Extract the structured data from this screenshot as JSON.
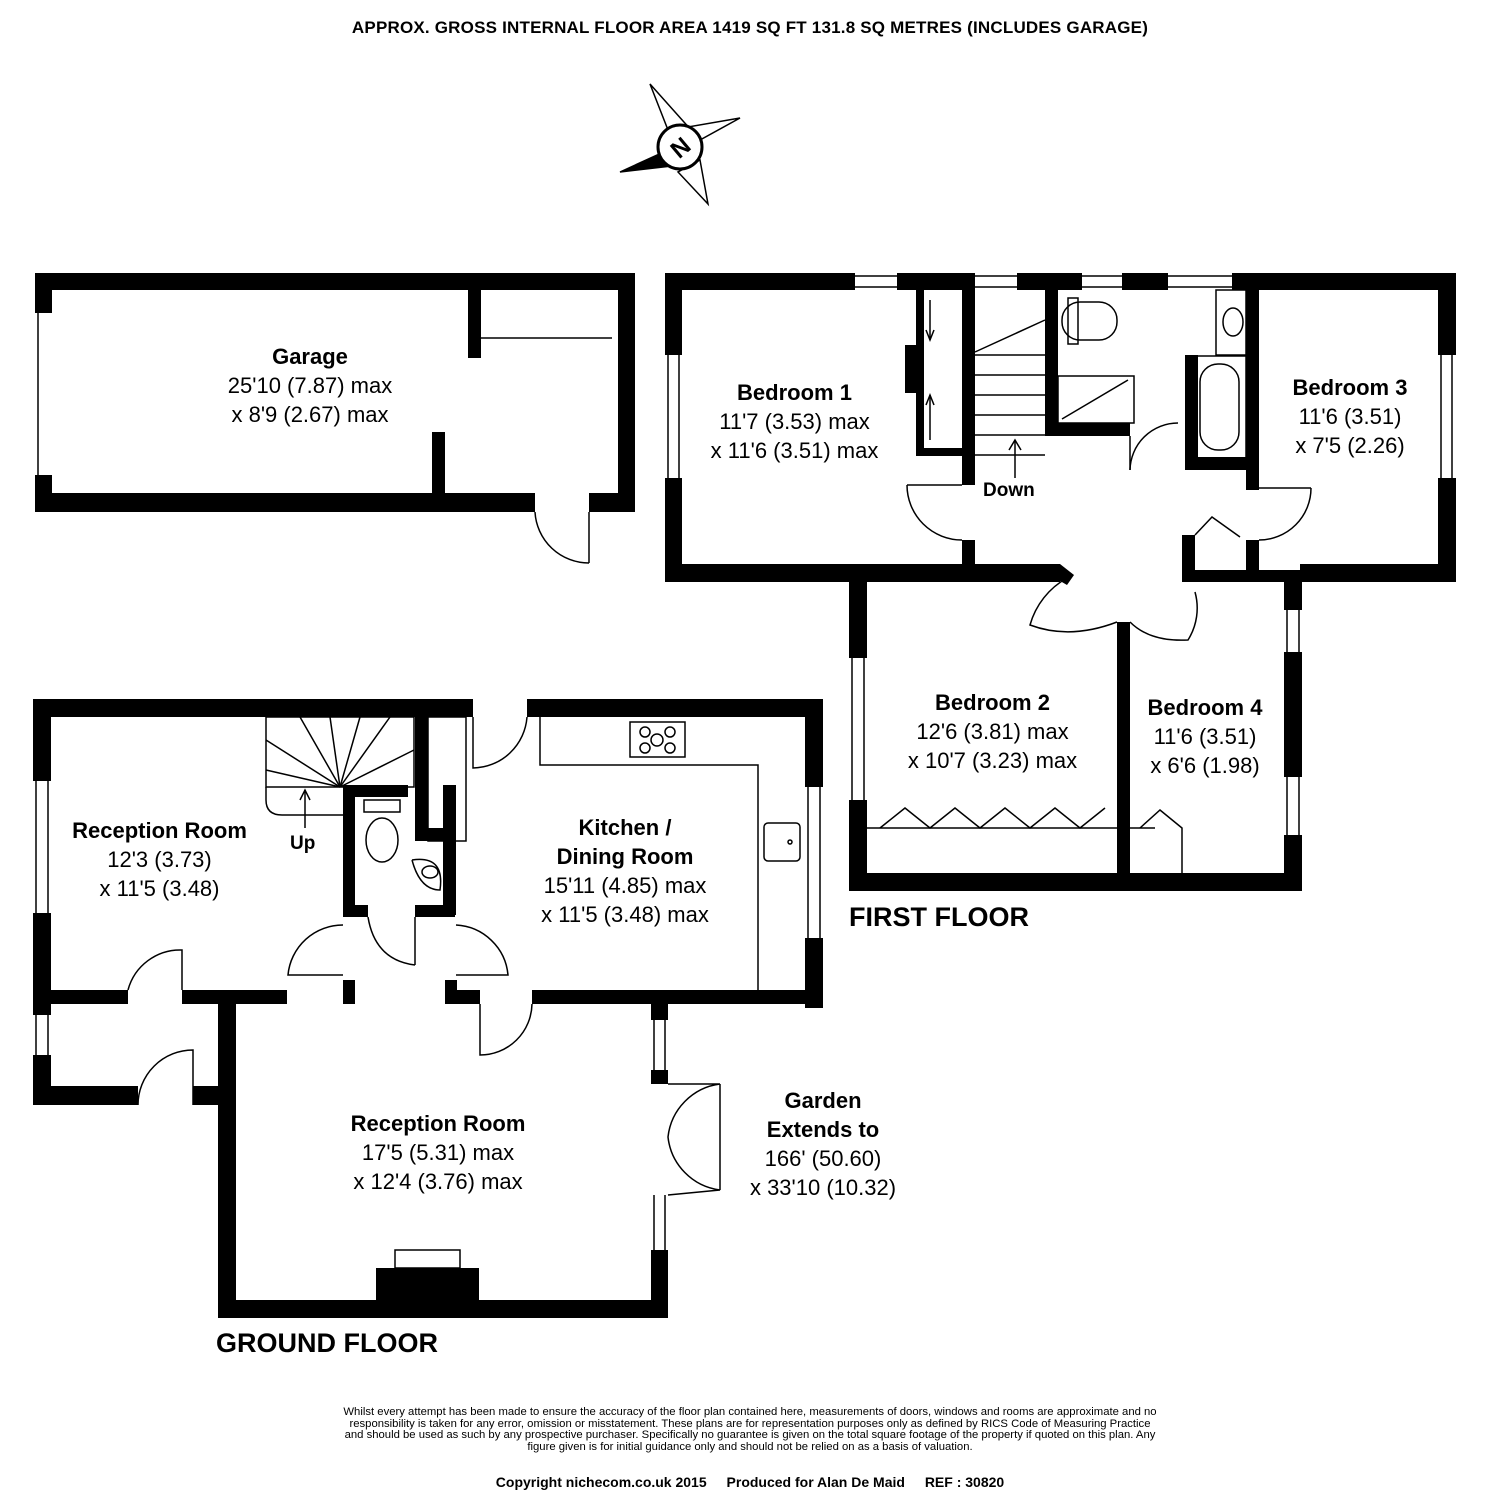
{
  "header": "APPROX. GROSS INTERNAL FLOOR AREA 1419 SQ FT 131.8 SQ METRES (INCLUDES GARAGE)",
  "compass_letter": "N",
  "rooms": {
    "garage": {
      "name": "Garage",
      "dim1": "25'10 (7.87) max",
      "dim2": "x 8'9 (2.67) max"
    },
    "bedroom1": {
      "name": "Bedroom 1",
      "dim1": "11'7 (3.53) max",
      "dim2": "x 11'6 (3.51) max"
    },
    "bedroom3": {
      "name": "Bedroom 3",
      "dim1": "11'6 (3.51)",
      "dim2": "x 7'5 (2.26)"
    },
    "bedroom2": {
      "name": "Bedroom 2",
      "dim1": "12'6 (3.81) max",
      "dim2": "x 10'7 (3.23) max"
    },
    "bedroom4": {
      "name": "Bedroom 4",
      "dim1": "11'6 (3.51)",
      "dim2": "x 6'6 (1.98)"
    },
    "reception1": {
      "name": "Reception Room",
      "dim1": "12'3 (3.73)",
      "dim2": "x 11'5 (3.48)"
    },
    "kitchen": {
      "name1": "Kitchen /",
      "name2": "Dining Room",
      "dim1": "15'11 (4.85) max",
      "dim2": "x 11'5 (3.48) max"
    },
    "reception2": {
      "name": "Reception Room",
      "dim1": "17'5 (5.31) max",
      "dim2": "x 12'4 (3.76) max"
    },
    "garden": {
      "name1": "Garden",
      "name2": "Extends to",
      "dim1": "166' (50.60)",
      "dim2": "x 33'10 (10.32)"
    }
  },
  "labels": {
    "down": "Down",
    "up": "Up"
  },
  "floors": {
    "first": "FIRST FLOOR",
    "ground": "GROUND FLOOR"
  },
  "disclaimer": "Whilst every attempt has been made to ensure the accuracy of the floor plan contained here, measurements of doors, windows and rooms are approximate and no responsibility is taken for any error, omission or misstatement. These plans are for representation purposes only as defined by RICS Code of Measuring Practice and should be used as such by any prospective purchaser. Specifically no guarantee is given on the total square footage of the property if quoted on this plan. Any figure given is for initial guidance only and should not be relied on as a basis of valuation.",
  "copyright": "Copyright nichecom.co.uk 2015",
  "produced_for": "Produced for Alan De Maid",
  "ref": "REF : 30820"
}
